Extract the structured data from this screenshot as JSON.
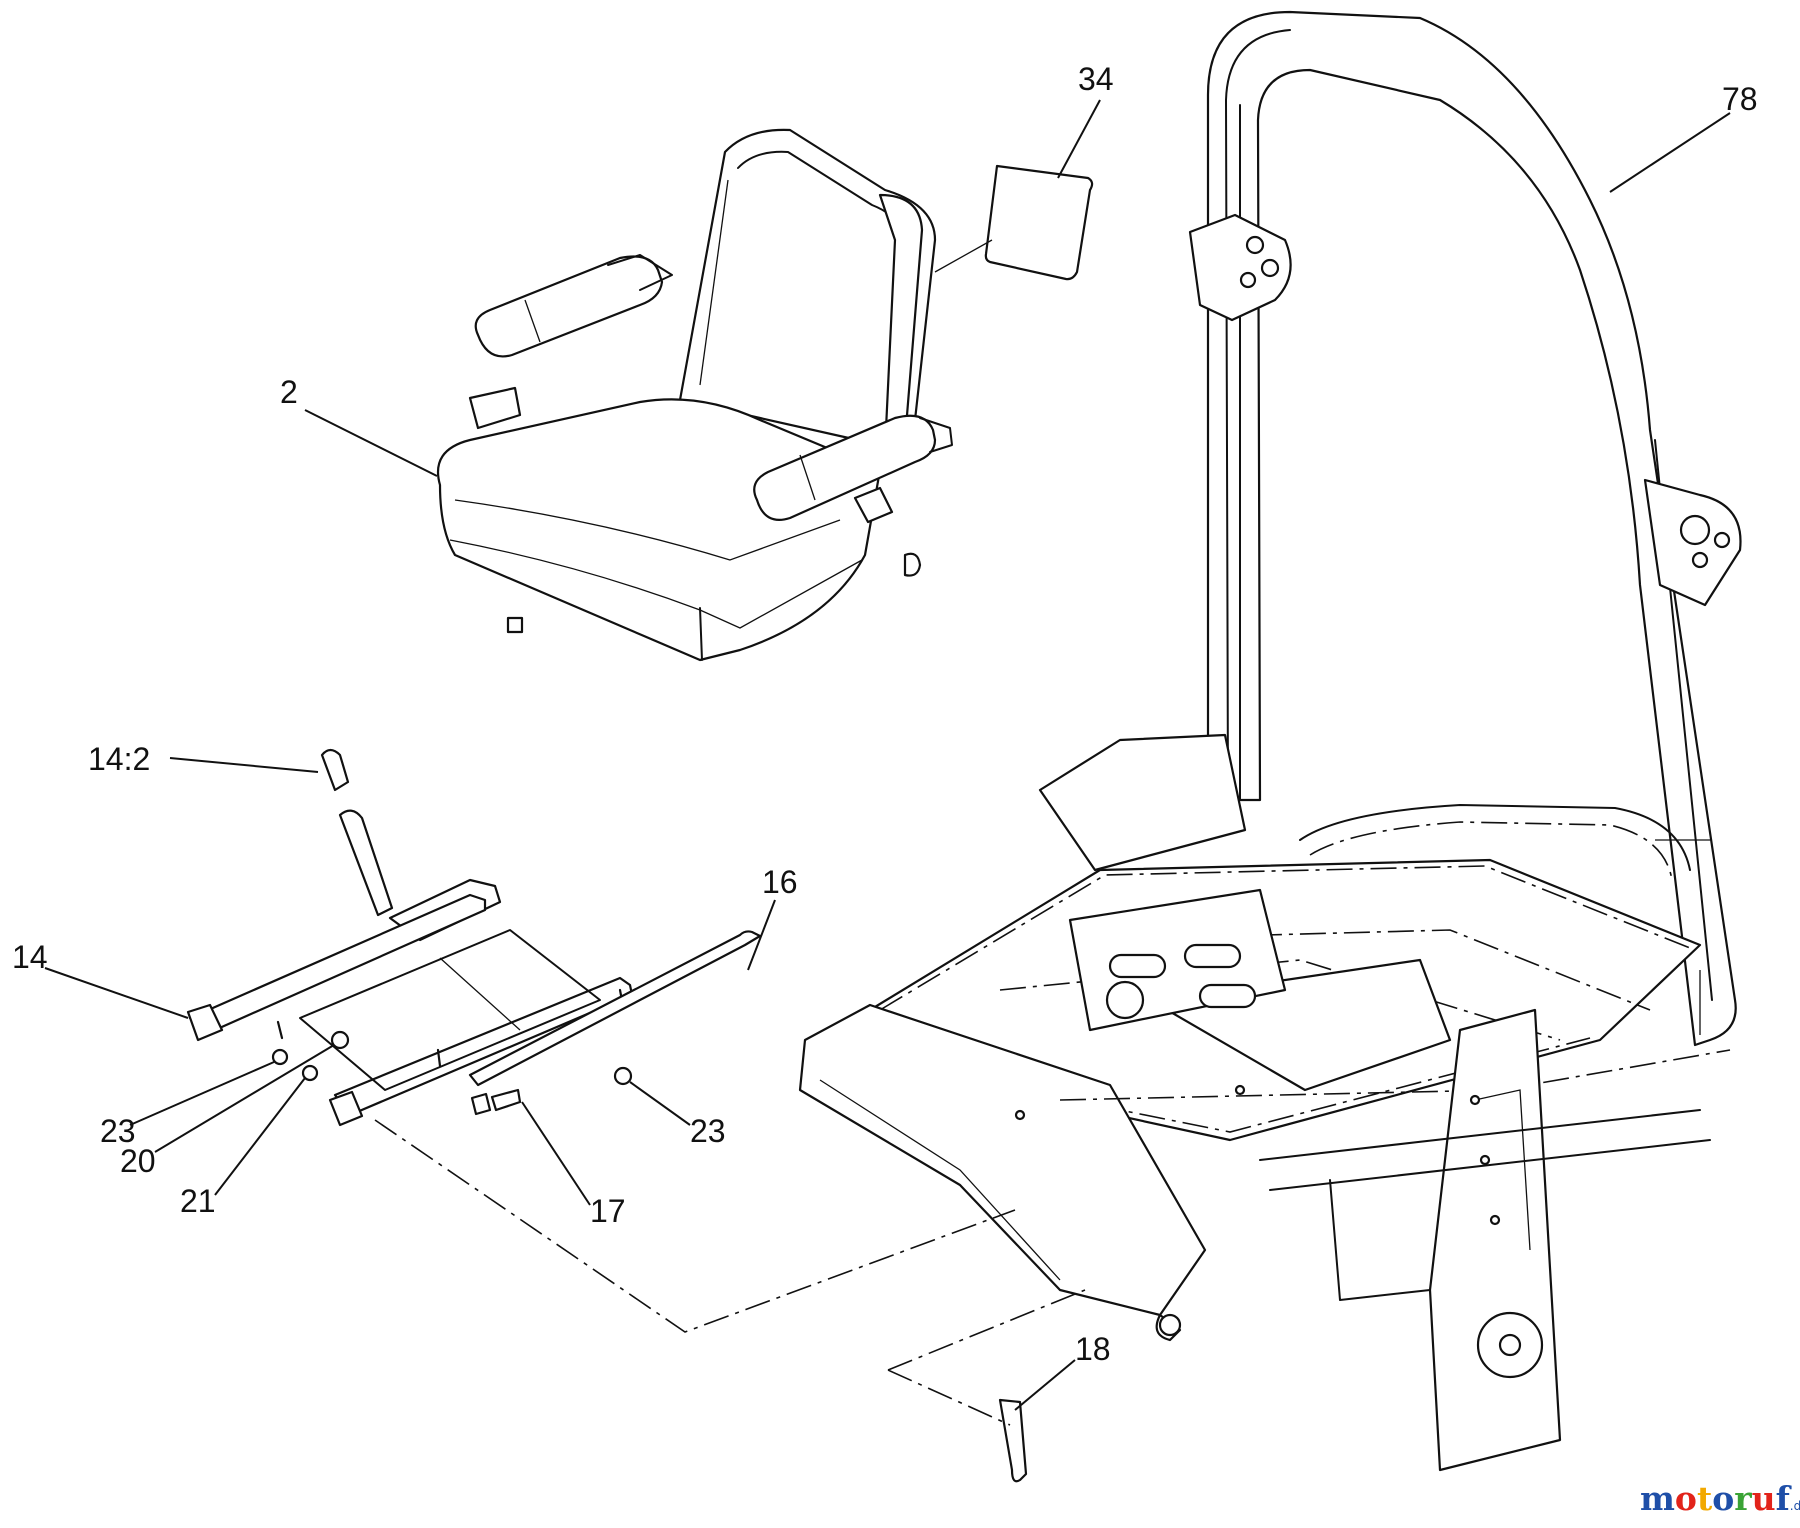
{
  "callouts": [
    {
      "id": "seat",
      "label": "2"
    },
    {
      "id": "decal",
      "label": "34"
    },
    {
      "id": "rollbar",
      "label": "78"
    },
    {
      "id": "knob",
      "label": "14:2"
    },
    {
      "id": "rod",
      "label": "16"
    },
    {
      "id": "slide",
      "label": "14"
    },
    {
      "id": "nut-left",
      "label": "23"
    },
    {
      "id": "nut-right",
      "label": "23"
    },
    {
      "id": "washer",
      "label": "20"
    },
    {
      "id": "nut-small",
      "label": "21"
    },
    {
      "id": "bolt",
      "label": "17"
    },
    {
      "id": "pin",
      "label": "18"
    }
  ],
  "watermark": {
    "letters": [
      "m",
      "o",
      "t",
      "o",
      "r",
      "u",
      "f"
    ],
    "letter_colors": [
      "#1f4fa8",
      "#e2231a",
      "#f2a900",
      "#1f4fa8",
      "#3aa335",
      "#e2231a",
      "#1f4fa8"
    ],
    "suffix": ".de"
  },
  "colors": {
    "line": "#111111",
    "background": "#ffffff"
  }
}
